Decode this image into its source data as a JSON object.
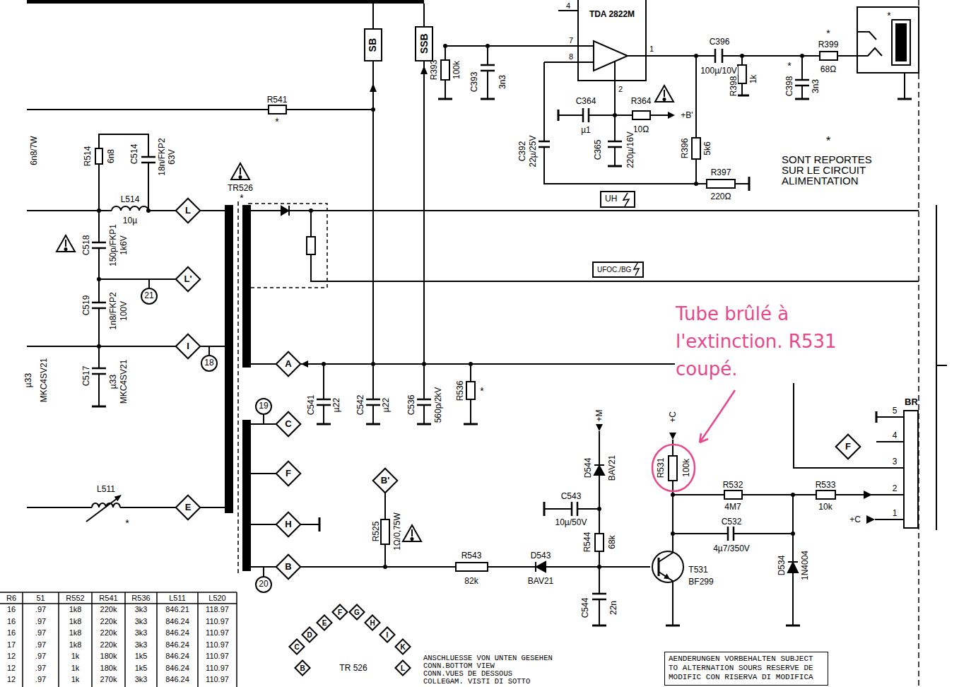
{
  "diagram": {
    "nodes": [
      {
        "text": [
          "SB"
        ]
      },
      {
        "text": [
          "SSB"
        ]
      },
      {
        "text": [
          "TDA 2822M"
        ]
      },
      {
        "text": [
          "UH"
        ]
      },
      {
        "text": [
          "L"
        ]
      },
      {
        "text": [
          "UFOC./BG"
        ]
      },
      {
        "text": [
          "L'"
        ]
      },
      {
        "text": [
          "21"
        ]
      },
      {
        "text": [
          "I"
        ]
      },
      {
        "text": [
          "18"
        ]
      },
      {
        "text": [
          "A"
        ]
      },
      {
        "text": [
          "19"
        ]
      },
      {
        "text": [
          "C"
        ]
      },
      {
        "text": [
          "F"
        ]
      },
      {
        "text": [
          "F"
        ]
      },
      {
        "text": [
          "B'"
        ]
      },
      {
        "text": [
          "E"
        ]
      },
      {
        "text": [
          "H"
        ]
      },
      {
        "text": [
          "BR"
        ]
      },
      {
        "text": [
          "B"
        ]
      },
      {
        "text": [
          "20"
        ]
      },
      {
        "text": [
          "C"
        ]
      },
      {
        "text": [
          "D"
        ]
      },
      {
        "text": [
          "E"
        ]
      },
      {
        "text": [
          "F"
        ]
      },
      {
        "text": [
          "G"
        ]
      },
      {
        "text": [
          "H"
        ]
      },
      {
        "text": [
          "I"
        ]
      },
      {
        "text": [
          "K"
        ]
      },
      {
        "text": [
          "B"
        ]
      },
      {
        "text": [
          "L"
        ]
      },
      {
        "text": [
          "AENDERUNGEN VORBEHALTEN SUBJECT TO ALTERNATION SOURS RESERVE DE MODIFIC CON RISERVA DI MODIFICA"
        ]
      }
    ],
    "edges": [
      {
        "from": 10,
        "to": 0,
        "arrow": "none"
      },
      {
        "from": 10,
        "to": 1,
        "arrow": "none"
      },
      {
        "from": 18,
        "to": 10,
        "arrow": "to"
      },
      {
        "from": 11,
        "to": 12,
        "arrow": "none"
      },
      {
        "from": 20,
        "to": 19,
        "arrow": "none"
      },
      {
        "from": 7,
        "to": 6,
        "arrow": "none"
      },
      {
        "from": 9,
        "to": 8,
        "arrow": "none"
      }
    ],
    "labels": [
      "4",
      "7",
      "8",
      "1",
      "2",
      "R393",
      "100k",
      "C393",
      "3n3",
      "C396",
      "100µ/10V",
      "R398",
      "1k",
      "*",
      "C398",
      "3n3",
      "*",
      "R399",
      "68Ω",
      "*",
      "C364",
      "µ1",
      "R364",
      "10Ω",
      "+B'",
      "C392",
      "22µ/25V",
      "C365",
      "220µ/16V",
      "R396",
      "5k6",
      "R397",
      "220Ω",
      "*",
      "SONT REPORTES SUR LE CIRCUIT ALIMENTATION",
      "R541",
      "*",
      "6n8/7W",
      "R514",
      "6n8",
      "C514",
      "18n/FKP2",
      "63V",
      "TR526",
      "*",
      "L514",
      "10µ",
      "C518",
      "150p/FKP1",
      "1k6V",
      "C519",
      "1n8/FKP2",
      "100V",
      "µ33",
      "MKC4SV21",
      "C517",
      "µ33",
      "MKC4SV21",
      "L511",
      "*",
      "C541",
      "µ22",
      "C542",
      "µ22",
      "C536",
      "560p/2kV",
      "R536",
      "*",
      "R525",
      "1Ω/0,75W",
      "R543",
      "82k",
      "D543",
      "BAV21",
      "+M",
      "D544",
      "BAV21",
      "C543",
      "10µ/50V",
      "R544",
      "68k",
      "C544",
      "22n",
      "T531",
      "BF299",
      "+C",
      "R531",
      "100k",
      "R532",
      "4M7",
      "R533",
      "10k",
      "C532",
      "4µ7/350V",
      "D534",
      "1N4004",
      "+C",
      "5",
      "4",
      "3",
      "2",
      "1",
      "Tube brûlé à l'extinction. R531 coupé.",
      "TR 526",
      "ANSCHLUESSE VON UNTEN GESEHEN",
      "CONN.BOTTOM VIEW",
      "CONN.VUES DE DESSOUS",
      "COLLEGAM. VISTI DI SOTTO",
      "R6",
      "51",
      "R552",
      "R541",
      "R536",
      "L511",
      "L520",
      "16",
      ".97",
      "1k8",
      "220k",
      "3k3",
      "846.21",
      "118.97",
      "16",
      ".97",
      "1k8",
      "220k",
      "3k3",
      "846.24",
      "110.97",
      "16",
      ".97",
      "1k8",
      "220k",
      "3k3",
      "846.24",
      "110.97",
      "17",
      ".97",
      "1k8",
      "220k",
      "3k3",
      "846.24",
      "110.97",
      "12",
      ".97",
      "1k",
      "180k",
      "1k5",
      "846.24",
      "110.97",
      "12",
      ".97",
      "1k",
      "180k",
      "1k5",
      "846.24",
      "110.97",
      "12",
      ".97",
      "1k",
      "270k",
      "3k3",
      "846.24",
      "110.97"
    ]
  }
}
